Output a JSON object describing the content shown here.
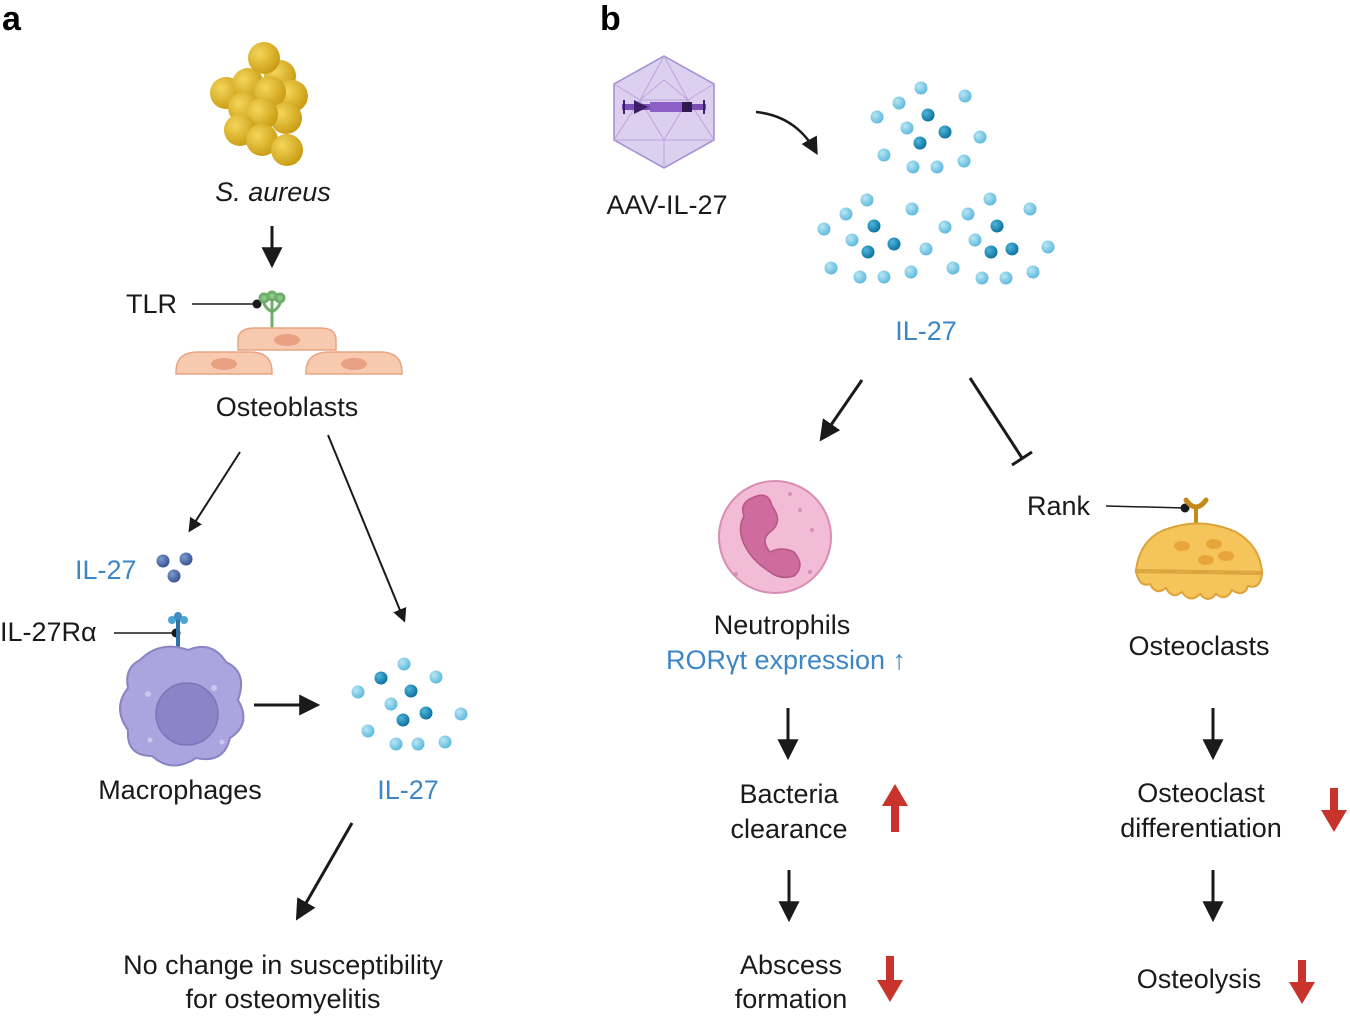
{
  "panel_a": {
    "letter": "a",
    "bacteria_label": "S. aureus",
    "receptor_label": "TLR",
    "osteoblasts_label": "Osteoblasts",
    "il27_left_label": "IL-27",
    "receptor2_label": "IL-27Rα",
    "macrophages_label": "Macrophages",
    "il27_right_label": "IL-27",
    "outcome_line1": "No change in susceptibility",
    "outcome_line2": "for osteomyelitis"
  },
  "panel_b": {
    "letter": "b",
    "vector_label": "AAV-IL-27",
    "il27_label": "IL-27",
    "neutrophils_label": "Neutrophils",
    "ror_label": "RORγt expression ↑",
    "rank_label": "Rank",
    "osteoclasts_label": "Osteoclasts",
    "bacteria_clearance_line1": "Bacteria",
    "bacteria_clearance_line2": "clearance",
    "abscess_line1": "Abscess",
    "abscess_line2": "formation",
    "osteoclast_diff_line1": "Osteoclast",
    "osteoclast_diff_line2": "differentiation",
    "osteolysis_label": "Osteolysis"
  },
  "colors": {
    "label_blue": "#3d86c6",
    "arrow_black": "#1a1a1a",
    "arrow_red": "#c8342c",
    "bacteria_gold": "#d8ac1f",
    "osteoblast": "#f7c9ae",
    "macrophage": "#a9a3dc",
    "neutrophil": "#eeb0cf",
    "osteoclast": "#f5c45a",
    "virus": "#d6c8ea",
    "il27_light": "#7cc9e4",
    "il27_dark": "#1e8fbe"
  }
}
